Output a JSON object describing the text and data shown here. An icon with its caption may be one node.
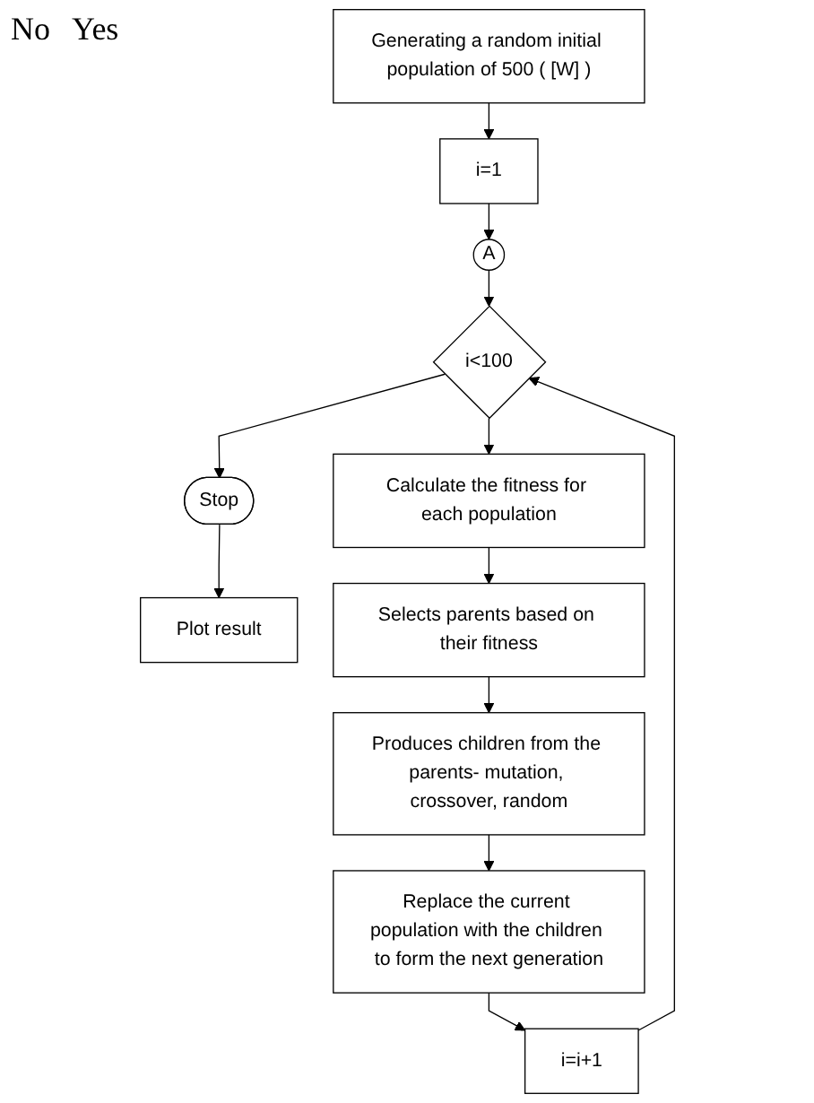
{
  "diagram": {
    "nodes": [
      {
        "text": [
          "Generating a random initial population of 500 ( [W] )"
        ]
      },
      {
        "text": [
          "i=1"
        ]
      },
      {
        "text": [
          "A"
        ]
      },
      {
        "text": [
          "i<100"
        ]
      },
      {
        "text": [
          "Stop"
        ]
      },
      {
        "text": [
          "Plot result"
        ]
      },
      {
        "text": [
          "Calculate the fitness for each population"
        ]
      },
      {
        "text": [
          "Selects parents based on their fitness"
        ]
      },
      {
        "text": [
          "Produces children from the parents- mutation, crossover, random"
        ]
      },
      {
        "text": [
          "Replace the current population with the children to form the next generation"
        ]
      },
      {
        "text": [
          "i=i+1"
        ]
      }
    ],
    "edges": [
      {
        "from": 0,
        "to": 1,
        "arrow": "to"
      },
      {
        "from": 1,
        "to": 2,
        "arrow": "to"
      },
      {
        "from": 2,
        "to": 3,
        "arrow": "to"
      },
      {
        "from": 3,
        "to": 4,
        "arrow": "to"
      },
      {
        "from": 4,
        "to": 5,
        "arrow": "to"
      },
      {
        "from": 3,
        "to": 6,
        "arrow": "to"
      },
      {
        "from": 6,
        "to": 7,
        "arrow": "to"
      },
      {
        "from": 7,
        "to": 8,
        "arrow": "to"
      },
      {
        "from": 8,
        "to": 9,
        "arrow": "to"
      },
      {
        "from": 9,
        "to": 10,
        "arrow": "to"
      },
      {
        "from": 10,
        "to": 3,
        "arrow": "to"
      }
    ],
    "labels": [
      "No",
      "Yes"
    ]
  }
}
